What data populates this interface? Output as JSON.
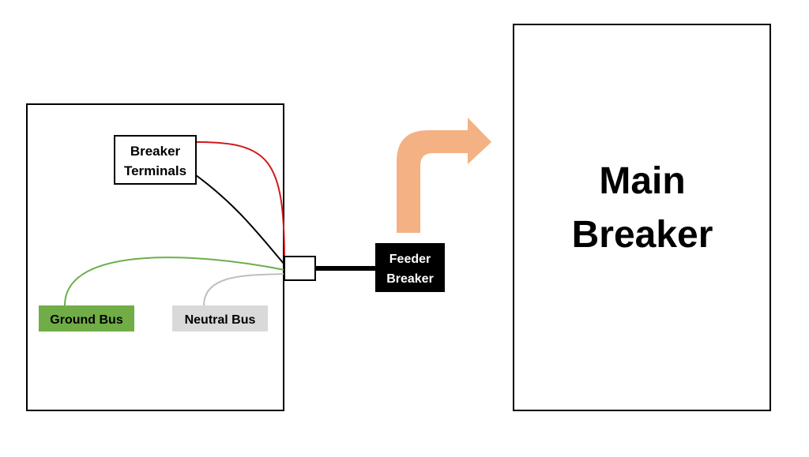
{
  "labels": {
    "breaker_terminals_line1": "Breaker",
    "breaker_terminals_line2": "Terminals",
    "feeder_breaker_line1": "Feeder",
    "feeder_breaker_line2": "Breaker",
    "ground_bus": "Ground Bus",
    "neutral_bus": "Neutral Bus",
    "main_breaker_line1": "Main",
    "main_breaker_line2": "Breaker"
  },
  "colors": {
    "hot_wire": "#d11a1a",
    "hot_wire_2": "#000000",
    "ground_wire": "#6ab04c",
    "neutral_wire": "#bfbfbf",
    "ground_bus_fill": "#70ad47",
    "neutral_bus_fill": "#d9d9d9",
    "feeder_fill": "#000000",
    "arrow": "#f4b183"
  }
}
